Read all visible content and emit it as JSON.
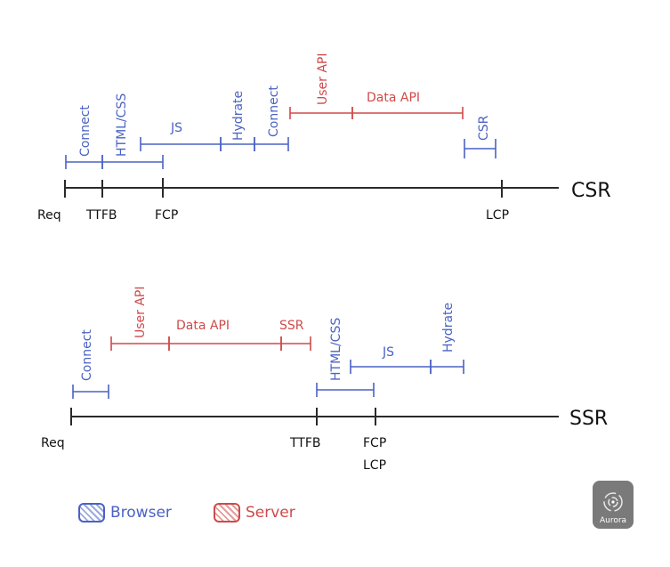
{
  "colors": {
    "browser": "#4a62c4",
    "server": "#cf4a4a",
    "axis": "#2a2a2a"
  },
  "csr": {
    "label": "CSR",
    "milestones": {
      "req": "Req",
      "ttfb": "TTFB",
      "fcp": "FCP",
      "lcp": "LCP"
    },
    "segments": {
      "connect1": "Connect",
      "html_css": "HTML/CSS",
      "js": "JS",
      "hydrate": "Hydrate",
      "connect2": "Connect",
      "user_api": "User API",
      "data_api": "Data API",
      "csr": "CSR"
    }
  },
  "ssr": {
    "label": "SSR",
    "milestones": {
      "req": "Req",
      "ttfb": "TTFB",
      "fcp": "FCP",
      "lcp": "LCP"
    },
    "segments": {
      "connect": "Connect",
      "user_api": "User API",
      "data_api": "Data API",
      "ssr": "SSR",
      "html_css": "HTML/CSS",
      "js": "JS",
      "hydrate": "Hydrate"
    }
  },
  "legend": {
    "browser": "Browser",
    "server": "Server"
  },
  "logo": {
    "text": "Aurora"
  }
}
